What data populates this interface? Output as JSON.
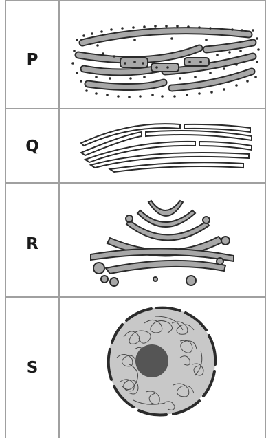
{
  "rows": [
    {
      "label": "P",
      "organelle": "rough-endoplasmic-reticulum"
    },
    {
      "label": "Q",
      "organelle": "smooth-endoplasmic-reticulum"
    },
    {
      "label": "R",
      "organelle": "golgi-apparatus"
    },
    {
      "label": "S",
      "organelle": "nucleus"
    }
  ],
  "colors": {
    "border": "#a0a0a0",
    "fill": "#a8a8a8",
    "stroke": "#2b2b2b",
    "nucleus_fill": "#c8c8c8",
    "nucleolus": "#555555"
  }
}
